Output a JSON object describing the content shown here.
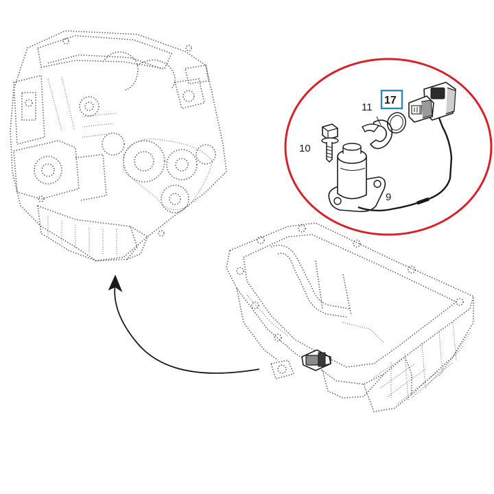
{
  "callouts": [
    {
      "id": "c10",
      "text": "10"
    },
    {
      "id": "c11",
      "text": "11"
    },
    {
      "id": "c17",
      "text": "17"
    },
    {
      "id": "c9",
      "text": "9"
    }
  ],
  "colors": {
    "highlight_circle": "#d9202a",
    "highlight_box": "#2b86c5",
    "line": "#1a1a1a",
    "dotted": "#555555"
  },
  "icons": [
    "arrow-icon"
  ]
}
